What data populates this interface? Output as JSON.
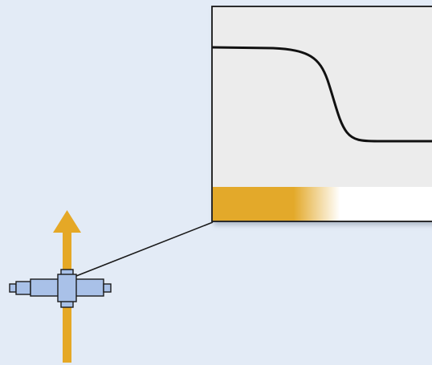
{
  "colors": {
    "background": "#E3EBF6",
    "beam": "#E5A826",
    "device_fill": "#A9C1E8",
    "device_stroke": "#1A1A1A",
    "inset_panel": "#ECECEC",
    "inset_border": "#1A1A1A",
    "curve": "#111111",
    "gradient_start": "#E3A92A",
    "gradient_end": "#FFFFFF"
  },
  "icons": {
    "beam": "upward-arrow",
    "device": "sample-holder-cross",
    "callout": "zoom-inset-lines"
  },
  "curve_shape": "step-down"
}
